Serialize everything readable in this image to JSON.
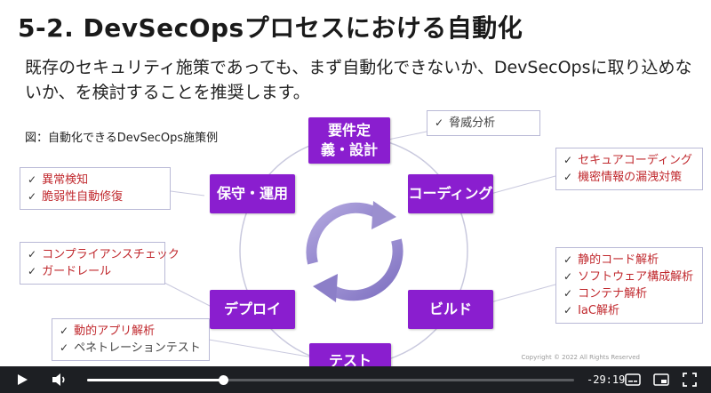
{
  "slide": {
    "title": "5-2. DevSecOpsプロセスにおける自動化",
    "body": "既存のセキュリティ施策であっても、まず自動化できないか、DevSecOpsに取り込めないか、を検討することを推奨します。",
    "caption": "図：自動化できるDevSecOps施策例",
    "copyright": "Copyright © 2022 All Rights Reserved"
  },
  "phases": {
    "requirements": "要件定義・設計",
    "coding": "コーディング",
    "build": "ビルド",
    "test": "テスト",
    "deploy": "デプロイ",
    "operations": "保守・運用"
  },
  "notes": {
    "requirements": [
      "脅威分析"
    ],
    "coding": [
      "セキュアコーディング",
      "機密情報の漏洩対策"
    ],
    "build": [
      "静的コード解析",
      "ソフトウェア構成解析",
      "コンテナ解析",
      "IaC解析"
    ],
    "test": [
      "動的アプリ解析",
      "ペネトレーションテスト"
    ],
    "deploy": [
      "コンプライアンスチェック",
      "ガードレール"
    ],
    "operations": [
      "異常検知",
      "脆弱性自動修復"
    ]
  },
  "player": {
    "time_remaining": "-29:19",
    "progress": 0.28
  },
  "colors": {
    "phase_purple": "#8a1ecf",
    "arrow_purple": "#9b8fcf",
    "note_red": "#c0282d"
  },
  "icons": {
    "play": "play-icon",
    "volume": "volume-icon",
    "subtitles": "subtitles-icon",
    "pip": "picture-in-picture-icon",
    "fullscreen": "fullscreen-icon"
  }
}
